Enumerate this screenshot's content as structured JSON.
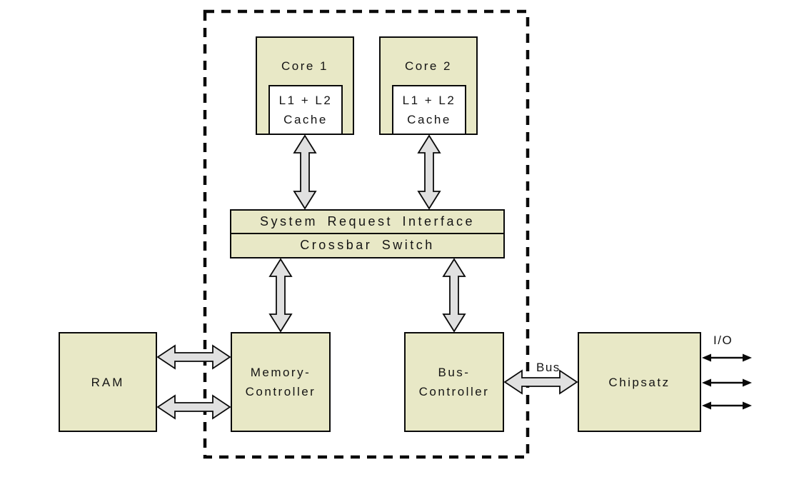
{
  "diagram": {
    "boxes": {
      "core1": {
        "label": "Core 1"
      },
      "core2": {
        "label": "Core 2"
      },
      "cache1": {
        "line1": "L1 + L2",
        "line2": "Cache"
      },
      "cache2": {
        "line1": "L1 + L2",
        "line2": "Cache"
      },
      "system_request_interface": {
        "label": "System Request Interface"
      },
      "crossbar_switch": {
        "label": "Crossbar Switch"
      },
      "memory_controller": {
        "line1": "Memory-",
        "line2": "Controller"
      },
      "bus_controller": {
        "line1": "Bus-",
        "line2": "Controller"
      },
      "ram": {
        "label": "RAM"
      },
      "chipset": {
        "label": "Chipsatz"
      }
    },
    "annotations": {
      "bus_label": "Bus",
      "io_label": "I/O"
    },
    "colors": {
      "box_fill": "#e8e8c6",
      "cache_fill": "#ffffff",
      "arrow_fill": "#e0e0e0",
      "line_color": "#0a0a0a",
      "text_color": "#141414",
      "background": "#ffffff"
    }
  }
}
